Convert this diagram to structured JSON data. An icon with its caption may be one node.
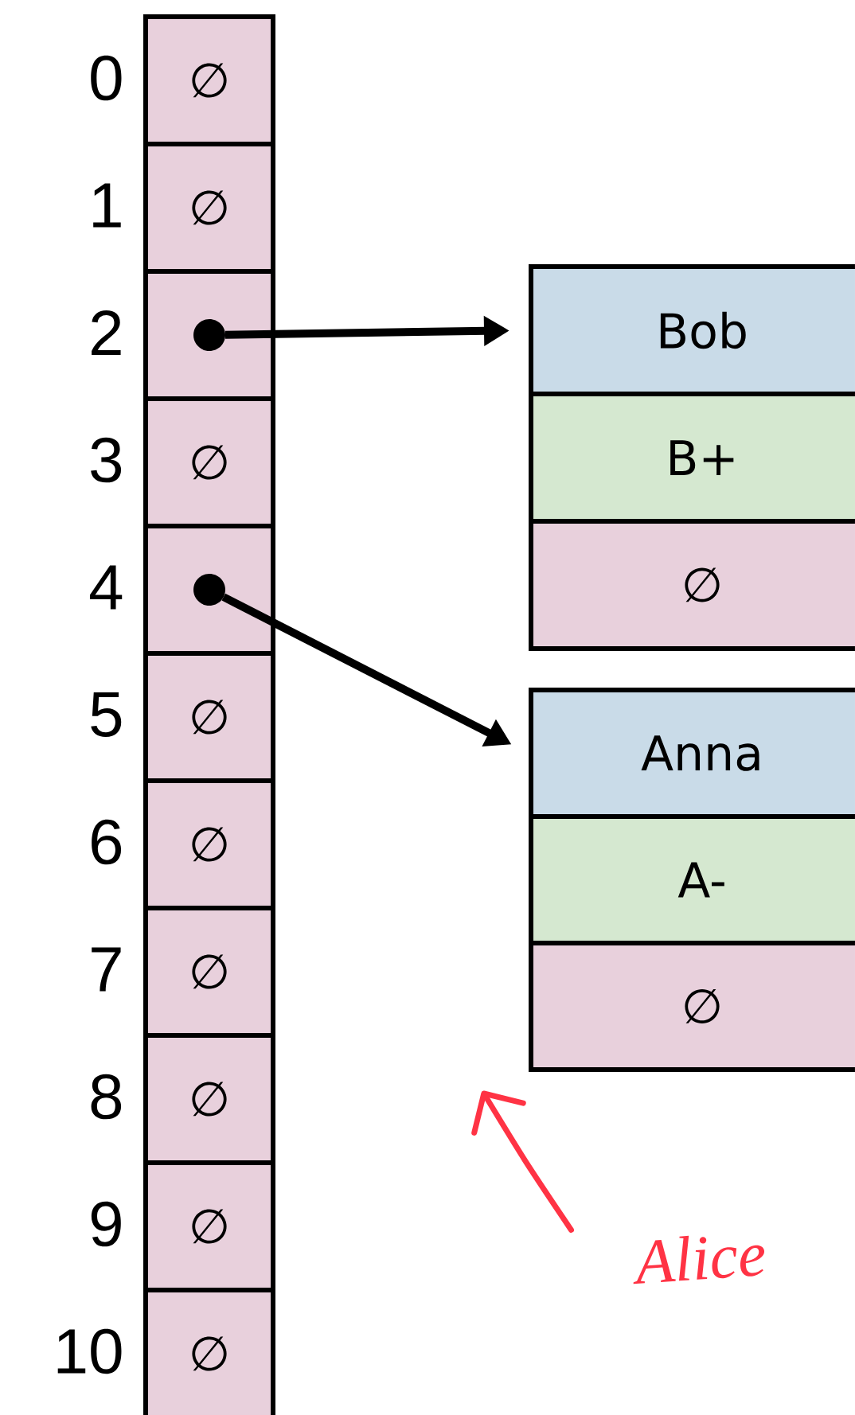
{
  "diagram": {
    "nodes": [
      {
        "text": [
          "∅"
        ],
        "beside": [
          "0"
        ]
      },
      {
        "text": [
          "∅"
        ],
        "beside": [
          "1"
        ]
      },
      {
        "text": [],
        "shape": "box",
        "beside": [
          "2"
        ]
      },
      {
        "text": [
          "∅"
        ],
        "beside": [
          "3"
        ]
      },
      {
        "text": [],
        "shape": "box",
        "beside": [
          "4"
        ]
      },
      {
        "text": [
          "∅"
        ],
        "beside": [
          "5"
        ]
      },
      {
        "text": [
          "∅"
        ],
        "beside": [
          "6"
        ]
      },
      {
        "text": [
          "∅"
        ],
        "beside": [
          "7"
        ]
      },
      {
        "text": [
          "∅"
        ],
        "beside": [
          "8"
        ]
      },
      {
        "text": [
          "∅"
        ],
        "beside": [
          "9"
        ]
      },
      {
        "text": [
          "∅"
        ],
        "beside": [
          "10"
        ]
      },
      {
        "text": [
          "Bob"
        ]
      },
      {
        "text": [
          "B+"
        ]
      },
      {
        "text": [
          "∅"
        ]
      },
      {
        "text": [
          "Anna"
        ]
      },
      {
        "text": [
          "A-"
        ]
      },
      {
        "text": [
          "∅"
        ]
      },
      {
        "text": [
          "Alice"
        ]
      }
    ],
    "edges": [
      {
        "from": 2,
        "to": 11,
        "arrow": "to"
      },
      {
        "from": 4,
        "to": 14,
        "arrow": "to"
      },
      {
        "from": 17,
        "to": 16,
        "arrow": "to",
        "color": "#ff3344"
      }
    ]
  }
}
